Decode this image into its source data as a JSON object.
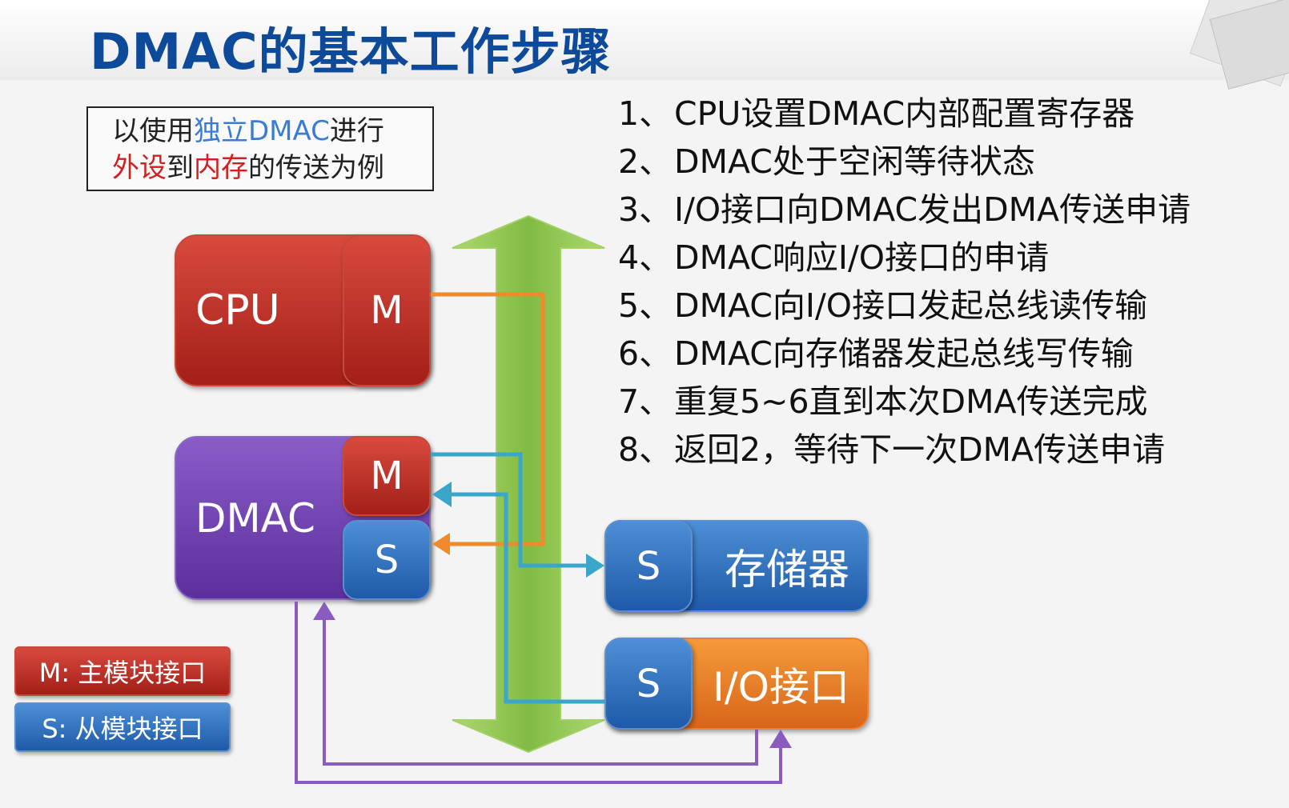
{
  "title": "DMAC的基本工作步骤",
  "note": {
    "line1_pre": "以使用",
    "line1_highlight": "独立DMAC",
    "line1_post": "进行",
    "line2_a": "外设",
    "line2_b": "到",
    "line2_c": "内存",
    "line2_d": "的传送为例"
  },
  "steps": [
    {
      "num": "1、",
      "text": "CPU设置DMAC内部配置寄存器"
    },
    {
      "num": "2、",
      "text": "DMAC处于空闲等待状态"
    },
    {
      "num": "3、",
      "text": "I/O接口向DMAC发出DMA传送申请"
    },
    {
      "num": "4、",
      "text": "DMAC响应I/O接口的申请"
    },
    {
      "num": "5、",
      "text": "DMAC向I/O接口发起总线读传输"
    },
    {
      "num": "6、",
      "text": "DMAC向存储器发起总线写传输"
    },
    {
      "num": "7、",
      "text": "重复5~6直到本次DMA传送完成"
    },
    {
      "num": "8、",
      "text": "返回2，等待下一次DMA传送申请"
    }
  ],
  "blocks": {
    "cpu": "CPU",
    "cpu_master": "M",
    "dmac": "DMAC",
    "dmac_master": "M",
    "dmac_slave": "S",
    "memory_slave": "S",
    "memory": "存储器",
    "io_slave": "S",
    "io": "I/O接口"
  },
  "legend": {
    "master": "M: 主模块接口",
    "slave": "S: 从模块接口"
  },
  "colors": {
    "title": "#0d4a9a",
    "master_red": "#b8271d",
    "slave_blue": "#2e6fc0",
    "dmac_purple": "#6e3fae",
    "io_orange": "#e8781f",
    "bus_green": "#8bc34a",
    "orange_path": "#f08a2c",
    "cyan_path": "#3aa6c9",
    "purple_path": "#8a5cc0"
  }
}
